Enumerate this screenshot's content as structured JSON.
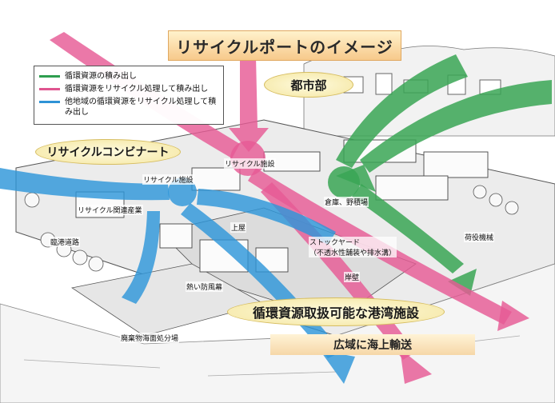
{
  "title": "リサイクルポートのイメージ",
  "legend": [
    {
      "label": "循環資源の積み出し",
      "color": "#2e9e4f"
    },
    {
      "label": "循環資源をリサイクル処理して積み出し",
      "color": "#e0558f"
    },
    {
      "label": "他地域の循環資源をリサイクル処理して積み出し",
      "color": "#2e93d6"
    }
  ],
  "ovals": {
    "city": "都市部",
    "combinat": "リサイクルコンビナート",
    "port": "循環資源取扱可能な港湾施設"
  },
  "labels": {
    "recycle_facility_1": "リサイクル施設",
    "recycle_facility_2": "リサイクル施設",
    "storage": "倉庫、野積場",
    "road": "臨港道路",
    "stockyard": "ストックヤード\n（不透水性舗装や排水溝）",
    "cargo": "荷役機械",
    "wharf": "岸壁",
    "shed": "上屋",
    "hot_steel": "熱い防風幕",
    "landfill": "廃棄物海面処分場",
    "industrial": "リサイクル関連産業"
  },
  "bottom_caption": "広域に海上輸送"
}
